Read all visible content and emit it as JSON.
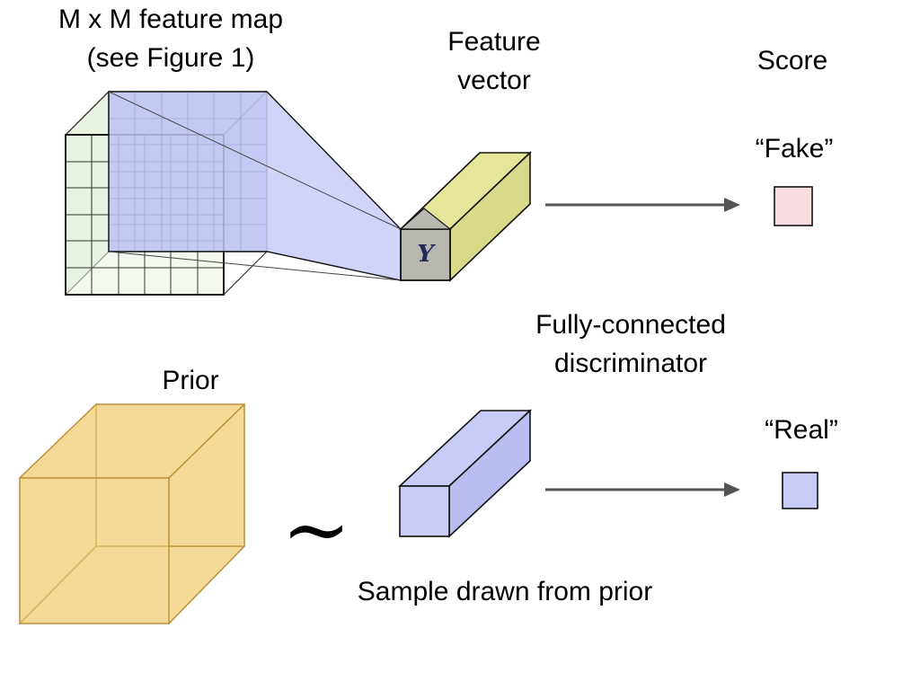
{
  "labels": {
    "feature_map": [
      "M x M feature map",
      "(see Figure 1)"
    ],
    "feature_vector": [
      "Feature",
      "vector"
    ],
    "score": "Score",
    "fake": "“Fake”",
    "real": "“Real”",
    "fc_discriminator": [
      "Fully-connected",
      "discriminator"
    ],
    "prior": "Prior",
    "sample": "Sample drawn from prior",
    "vector_symbol": "Y",
    "tilde": "~"
  },
  "colors": {
    "grid_front": "#e9f3e1",
    "grid_back_blue": "#b3c0e3",
    "projection_fill": "#c7cbf6",
    "feature_vector_fill": "#e6e69a",
    "feature_vector_face": "#b8b8b0",
    "fake_box": "#f9dde0",
    "real_box": "#c7cbf6",
    "sample_vector": "#c7cbf6",
    "prior_cube": "#f3cf7c",
    "arrow": "#555555",
    "outline": "#111111"
  }
}
